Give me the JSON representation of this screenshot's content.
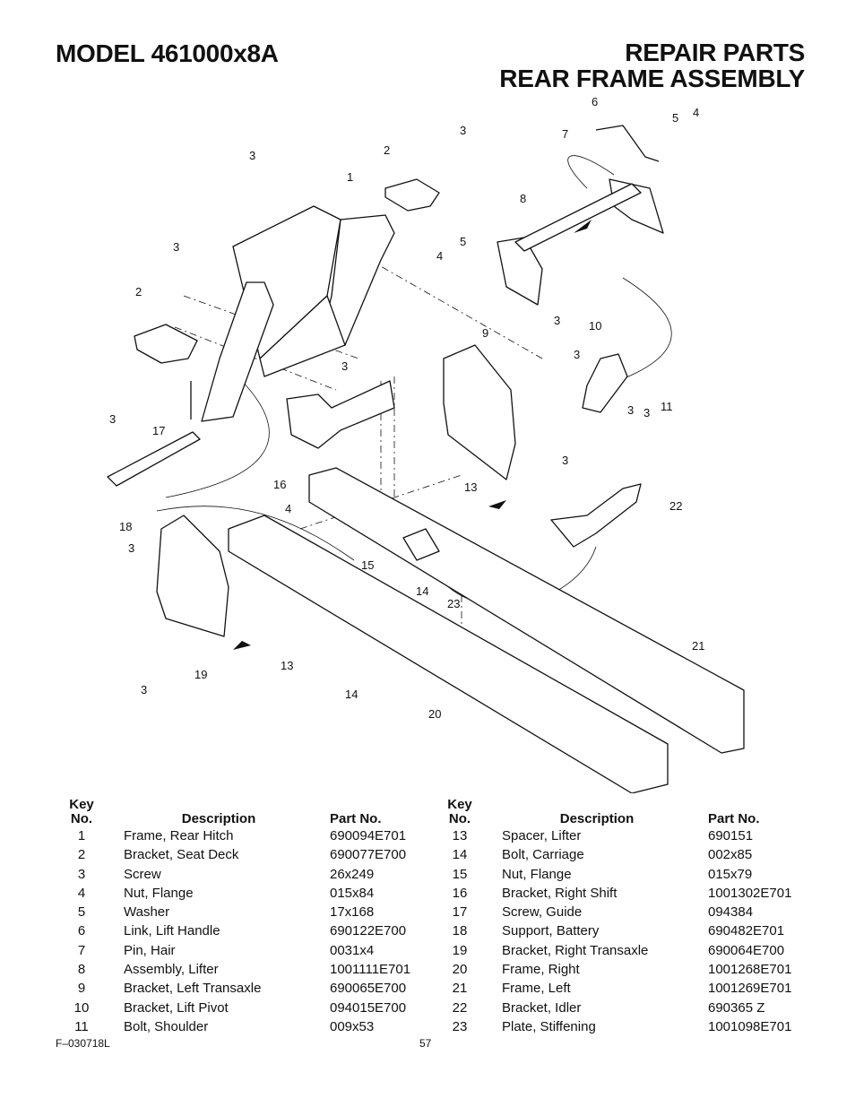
{
  "header": {
    "model": "MODEL 461000x8A",
    "title_line1": "REPAIR PARTS",
    "title_line2": "REAR FRAME ASSEMBLY"
  },
  "diagram": {
    "callouts": [
      "1",
      "2",
      "2",
      "3",
      "3",
      "3",
      "3",
      "3",
      "3",
      "3",
      "3",
      "3",
      "3",
      "3",
      "3",
      "4",
      "4",
      "4",
      "5",
      "5",
      "6",
      "7",
      "8",
      "9",
      "10",
      "11",
      "13",
      "13",
      "14",
      "14",
      "15",
      "16",
      "17",
      "18",
      "19",
      "20",
      "21",
      "22",
      "23"
    ]
  },
  "table_headers": {
    "key_line1": "Key",
    "key_line2": "No.",
    "description": "Description",
    "part_no": "Part No."
  },
  "parts_left": [
    {
      "key": "1",
      "description": "Frame, Rear Hitch",
      "part_no": "690094E701"
    },
    {
      "key": "2",
      "description": "Bracket, Seat Deck",
      "part_no": "690077E700"
    },
    {
      "key": "3",
      "description": "Screw",
      "part_no": "26x249"
    },
    {
      "key": "4",
      "description": "Nut, Flange",
      "part_no": "015x84"
    },
    {
      "key": "5",
      "description": "Washer",
      "part_no": "17x168"
    },
    {
      "key": "6",
      "description": "Link, Lift Handle",
      "part_no": "690122E700"
    },
    {
      "key": "7",
      "description": "Pin, Hair",
      "part_no": "0031x4"
    },
    {
      "key": "8",
      "description": "Assembly, Lifter",
      "part_no": "1001111E701"
    },
    {
      "key": "9",
      "description": "Bracket, Left Transaxle",
      "part_no": "690065E700"
    },
    {
      "key": "10",
      "description": "Bracket, Lift Pivot",
      "part_no": "094015E700"
    },
    {
      "key": "11",
      "description": "Bolt, Shoulder",
      "part_no": "009x53"
    }
  ],
  "parts_right": [
    {
      "key": "13",
      "description": "Spacer, Lifter",
      "part_no": "690151"
    },
    {
      "key": "14",
      "description": "Bolt, Carriage",
      "part_no": "002x85"
    },
    {
      "key": "15",
      "description": "Nut, Flange",
      "part_no": "015x79"
    },
    {
      "key": "16",
      "description": "Bracket, Right Shift",
      "part_no": "1001302E701"
    },
    {
      "key": "17",
      "description": "Screw, Guide",
      "part_no": "094384"
    },
    {
      "key": "18",
      "description": "Support, Battery",
      "part_no": "690482E701"
    },
    {
      "key": "19",
      "description": "Bracket, Right Transaxle",
      "part_no": "690064E700"
    },
    {
      "key": "20",
      "description": "Frame, Right",
      "part_no": "1001268E701"
    },
    {
      "key": "21",
      "description": "Frame, Left",
      "part_no": "1001269E701"
    },
    {
      "key": "22",
      "description": "Bracket, Idler",
      "part_no": "690365  Z"
    },
    {
      "key": "23",
      "description": "Plate, Stiffening",
      "part_no": "1001098E701"
    }
  ],
  "footer": {
    "form_code": "F–030718L",
    "page_number": "57"
  }
}
